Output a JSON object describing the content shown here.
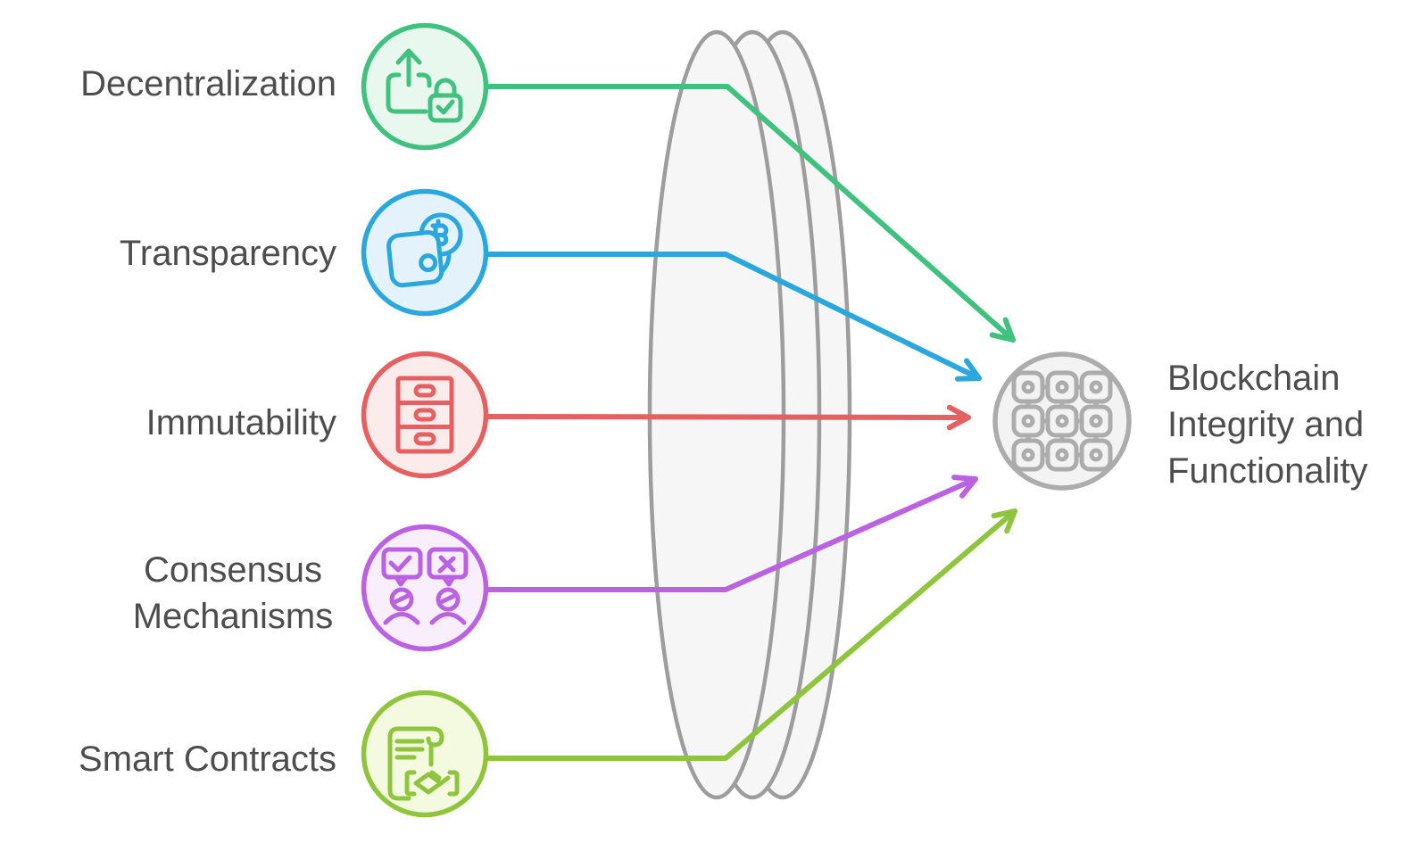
{
  "items": [
    {
      "label": "Decentralization",
      "icon": "upload-lock-icon",
      "color_key": "green"
    },
    {
      "label": "Transparency",
      "icon": "wallet-bitcoin-icon",
      "color_key": "blue"
    },
    {
      "label": "Immutability",
      "icon": "drawer-cabinet-icon",
      "color_key": "red"
    },
    {
      "label": "Consensus Mechanisms",
      "icon": "vote-people-icon",
      "color_key": "purple"
    },
    {
      "label": "Smart Contracts",
      "icon": "contract-handshake-icon",
      "color_key": "lime"
    }
  ],
  "target": {
    "label": "Blockchain Integrity and Functionality",
    "icon": "blockchain-grid-icon",
    "color_key": "gray"
  },
  "lens": {
    "shape": "double-convex-lens"
  },
  "colors": {
    "bg": "#ffffff",
    "text": "#4d4d4d",
    "green": "#41c17f",
    "green_fill": "#e8f8ef",
    "blue": "#2aa7dc",
    "blue_fill": "#e4f3fb",
    "red": "#e66061",
    "red_fill": "#fcebeb",
    "purple": "#ba62e2",
    "purple_fill": "#f8eefc",
    "lime": "#8fc43d",
    "lime_fill": "#f3fadf",
    "gray": "#acacac",
    "gray_fill": "#f3f3f3",
    "lens_fill": "#f6f6f6",
    "lens_stroke": "#9d9d9d"
  }
}
